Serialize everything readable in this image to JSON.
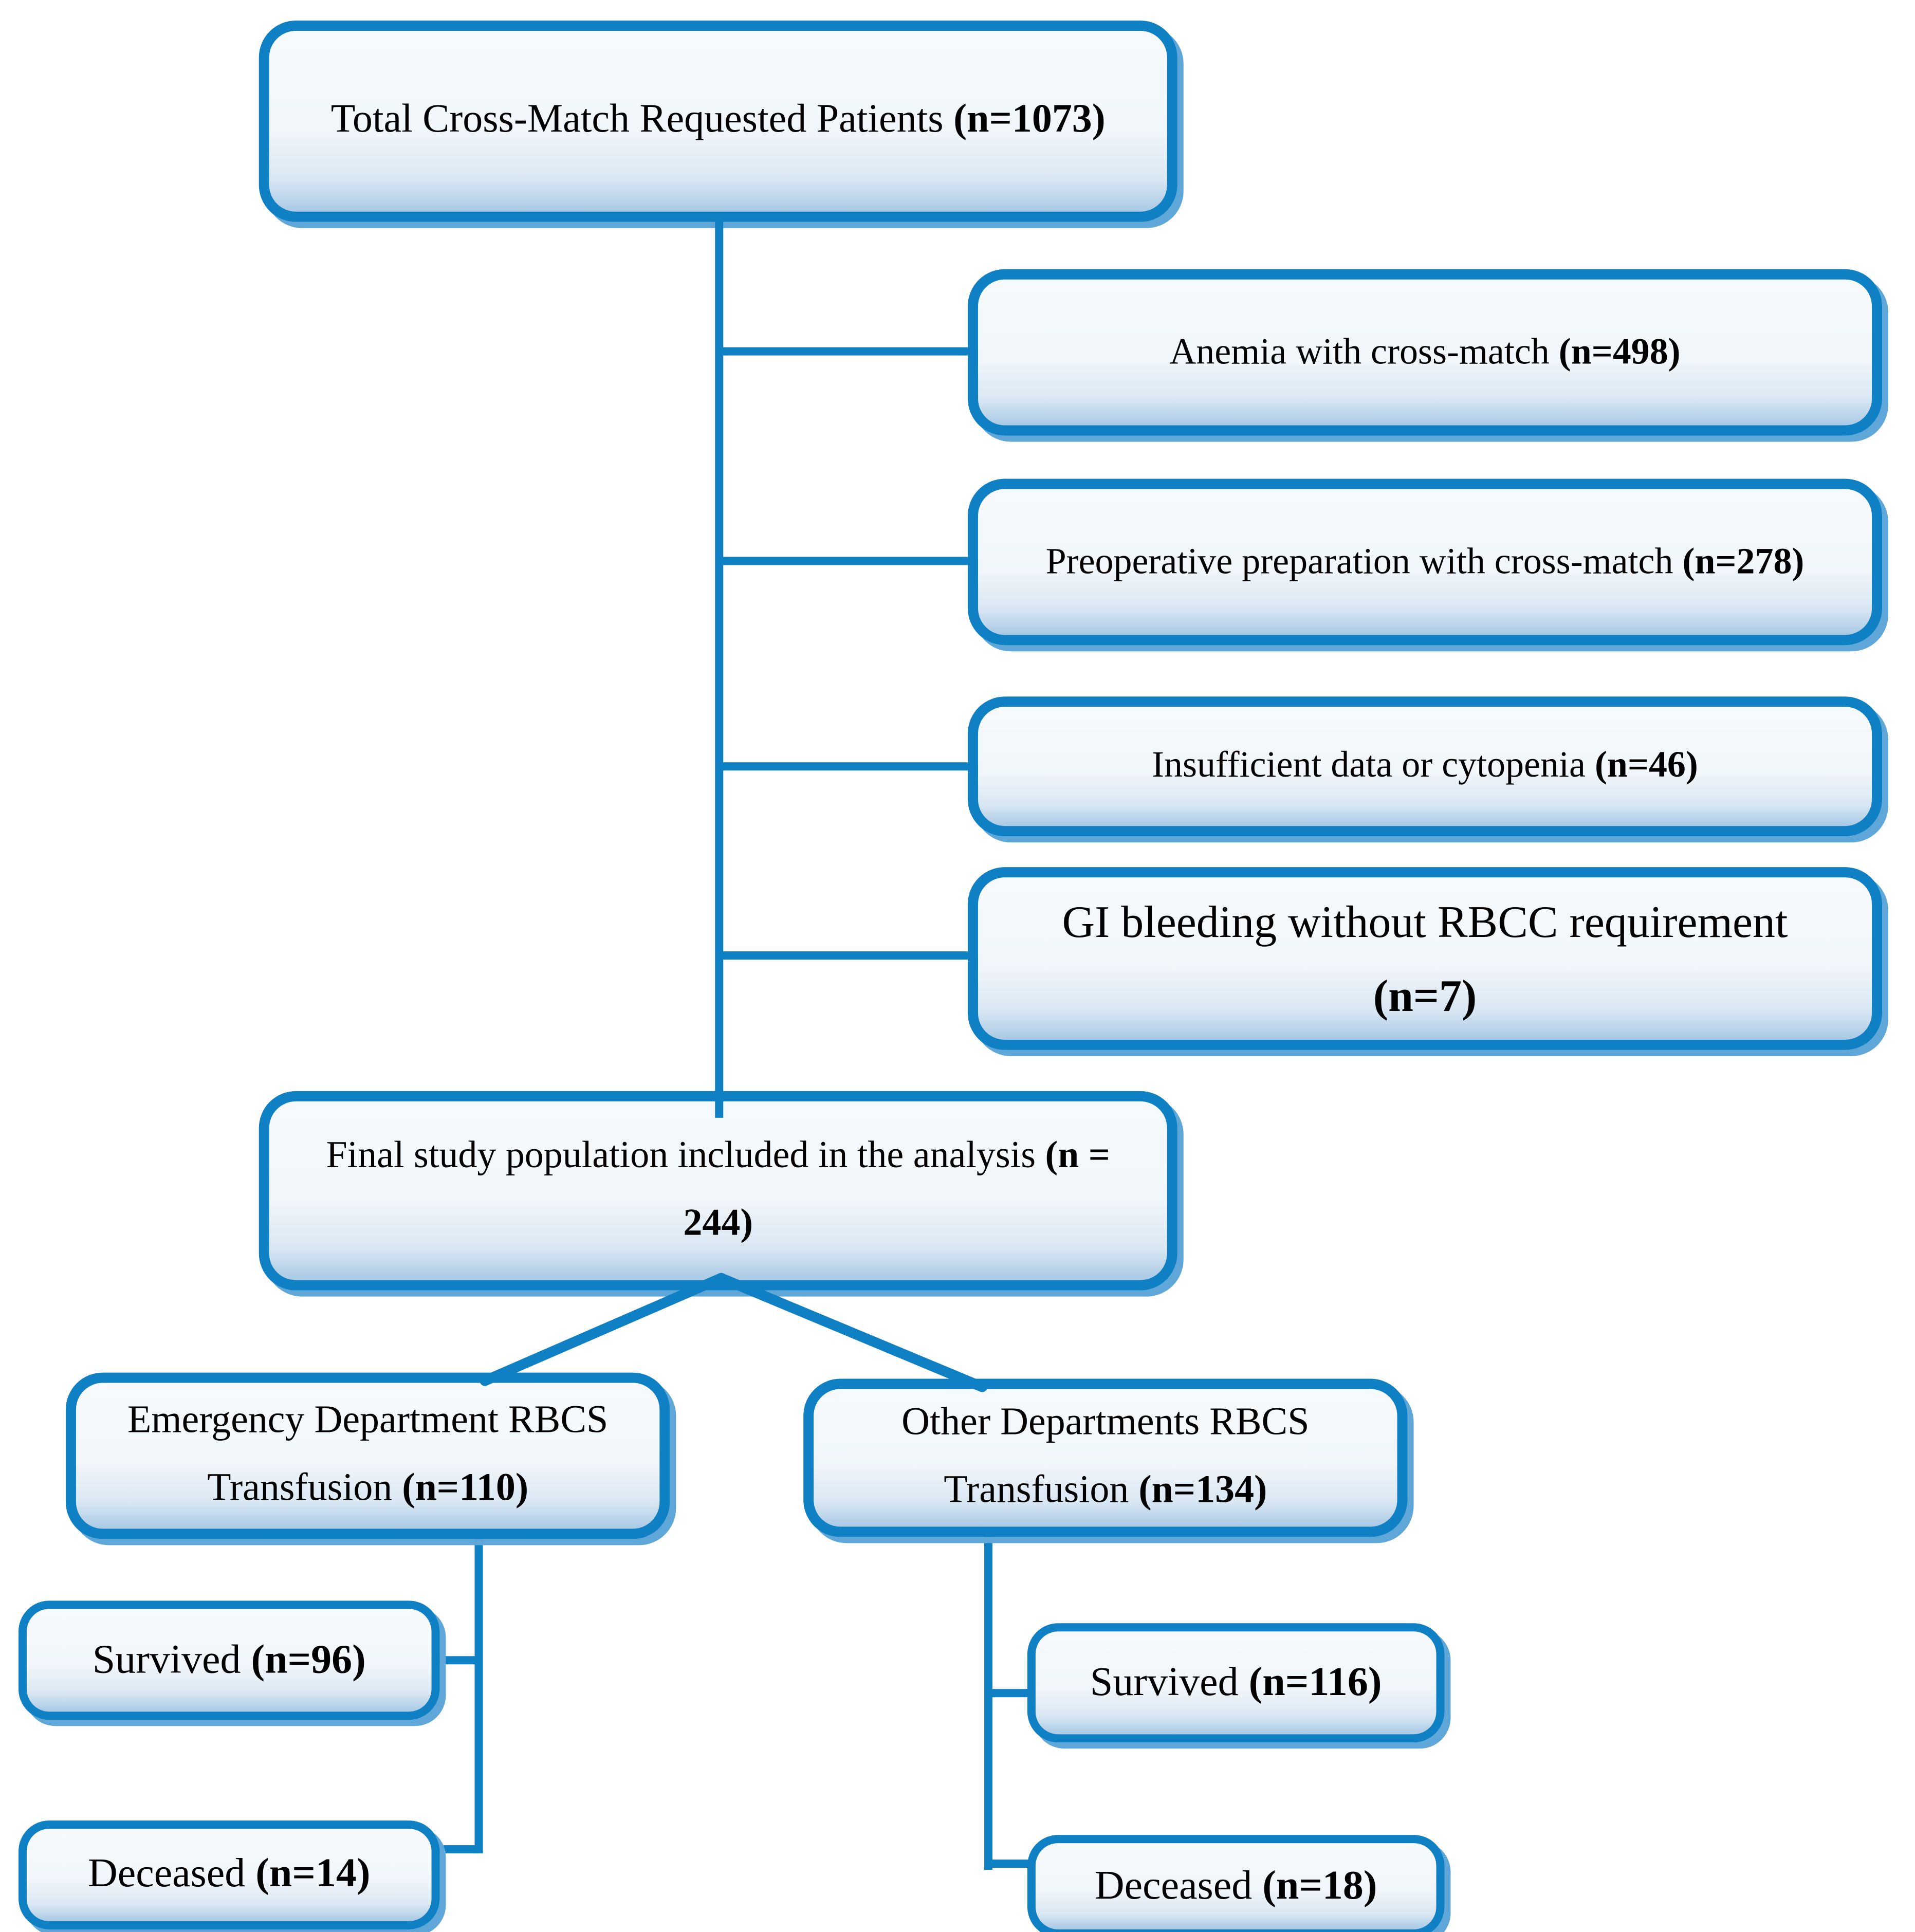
{
  "colors": {
    "line_blue": "#0e80c3",
    "box_fill_top": "#f7fafc",
    "box_fill_bottom": "#a9c9e5",
    "text": "#000000"
  },
  "boxes": {
    "total": {
      "text": "Total Cross-Match Requested Patients ",
      "n": "(n=1073)"
    },
    "anemia": {
      "text": "Anemia with cross-match ",
      "n": "(n=498)"
    },
    "preoperative": {
      "text": "Preoperative preparation with cross-match ",
      "n": "(n=278)"
    },
    "insufficient": {
      "text": "Insufficient data or cytopenia ",
      "n": "(n=46)"
    },
    "gi_bleeding": {
      "line1": "GI bleeding without RBCC requirement",
      "n": "(n=7)"
    },
    "final": {
      "text": "Final study population included in the analysis ",
      "n_open": "(n =",
      "n_close": "244)"
    },
    "emergency": {
      "line1": "Emergency Department RBCS",
      "line2": "Transfusion ",
      "n": "(n=110)"
    },
    "other": {
      "line1": "Other Departments RBCS",
      "line2": "Transfusion ",
      "n": "(n=134)"
    },
    "ed_survived": {
      "text": "Survived ",
      "n": "(n=96)"
    },
    "ed_deceased": {
      "text": "Deceased ",
      "n": "(n=14)"
    },
    "other_survived": {
      "text": "Survived ",
      "n": "(n=116)"
    },
    "other_deceased": {
      "text": "Deceased ",
      "n": "(n=18)"
    }
  }
}
